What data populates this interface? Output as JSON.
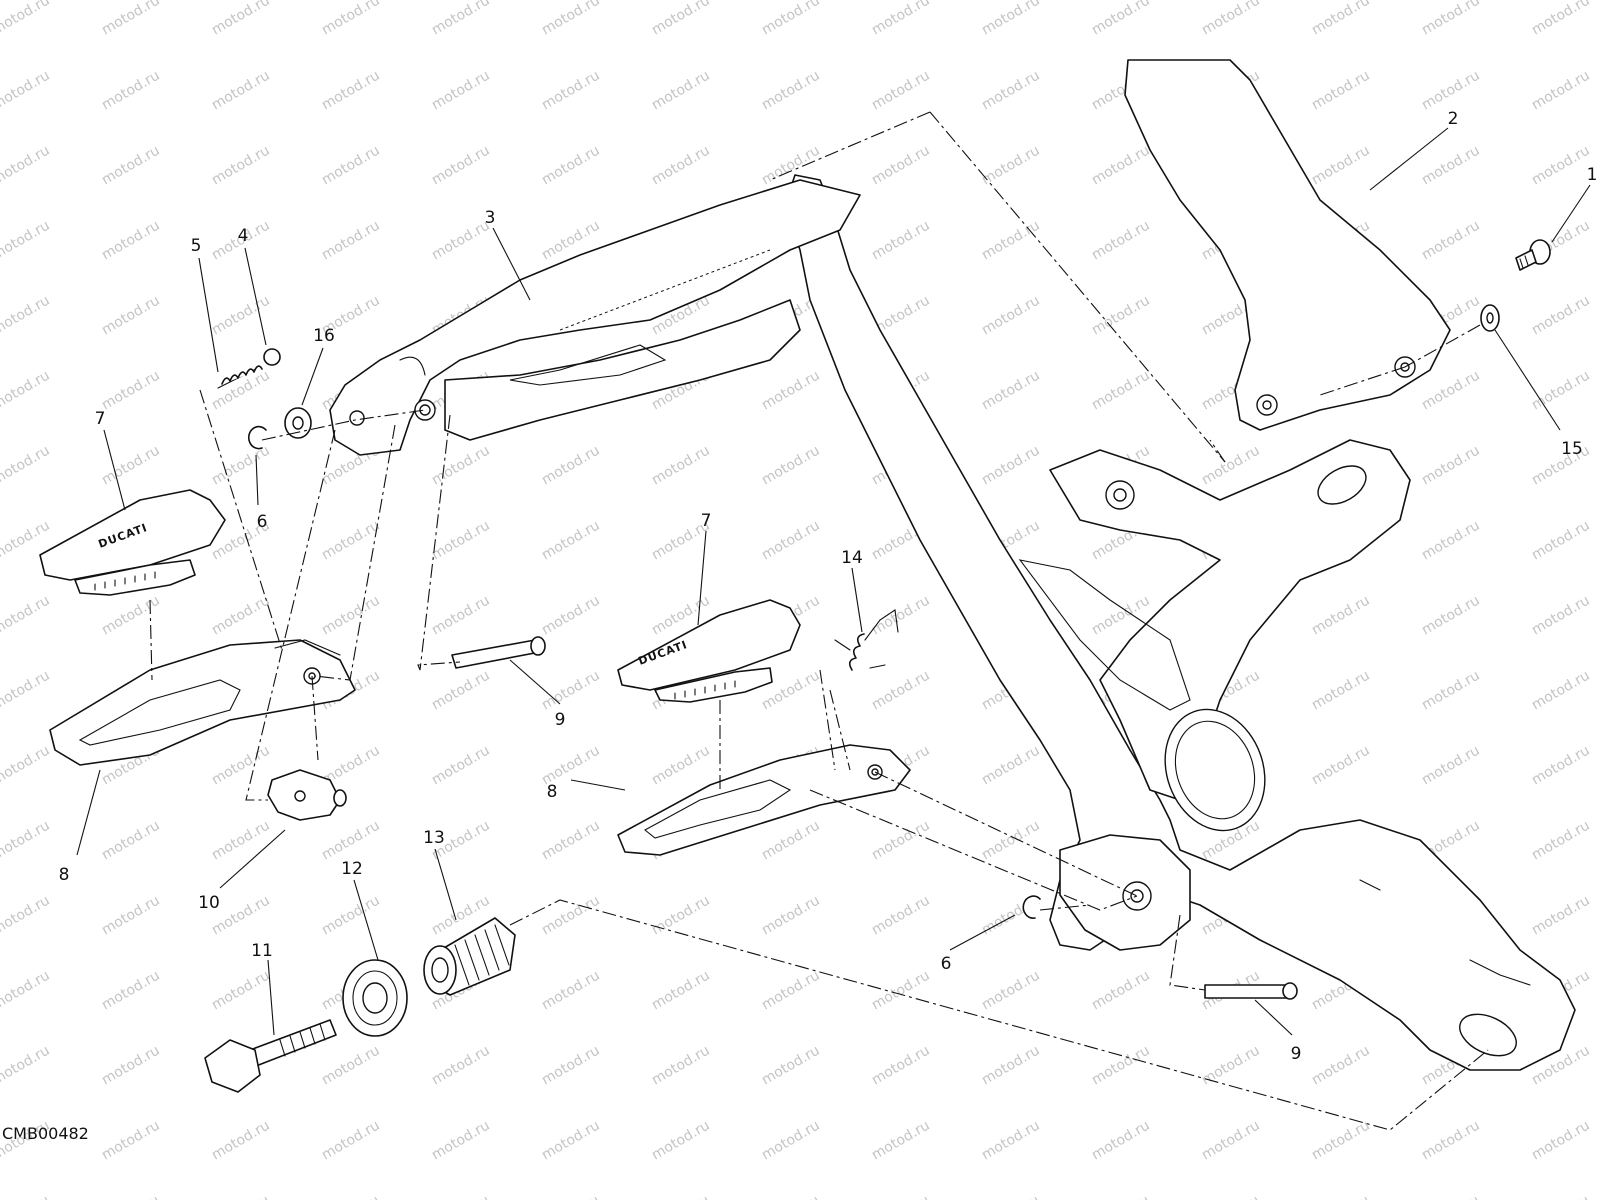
{
  "drawing_code": "CMB00482",
  "watermark": "motod.ru",
  "brand_text": "DUCATI",
  "callouts": [
    "1",
    "2",
    "3",
    "4",
    "5",
    "6",
    "7",
    "8",
    "9",
    "10",
    "11",
    "12",
    "13",
    "14",
    "15",
    "16"
  ]
}
